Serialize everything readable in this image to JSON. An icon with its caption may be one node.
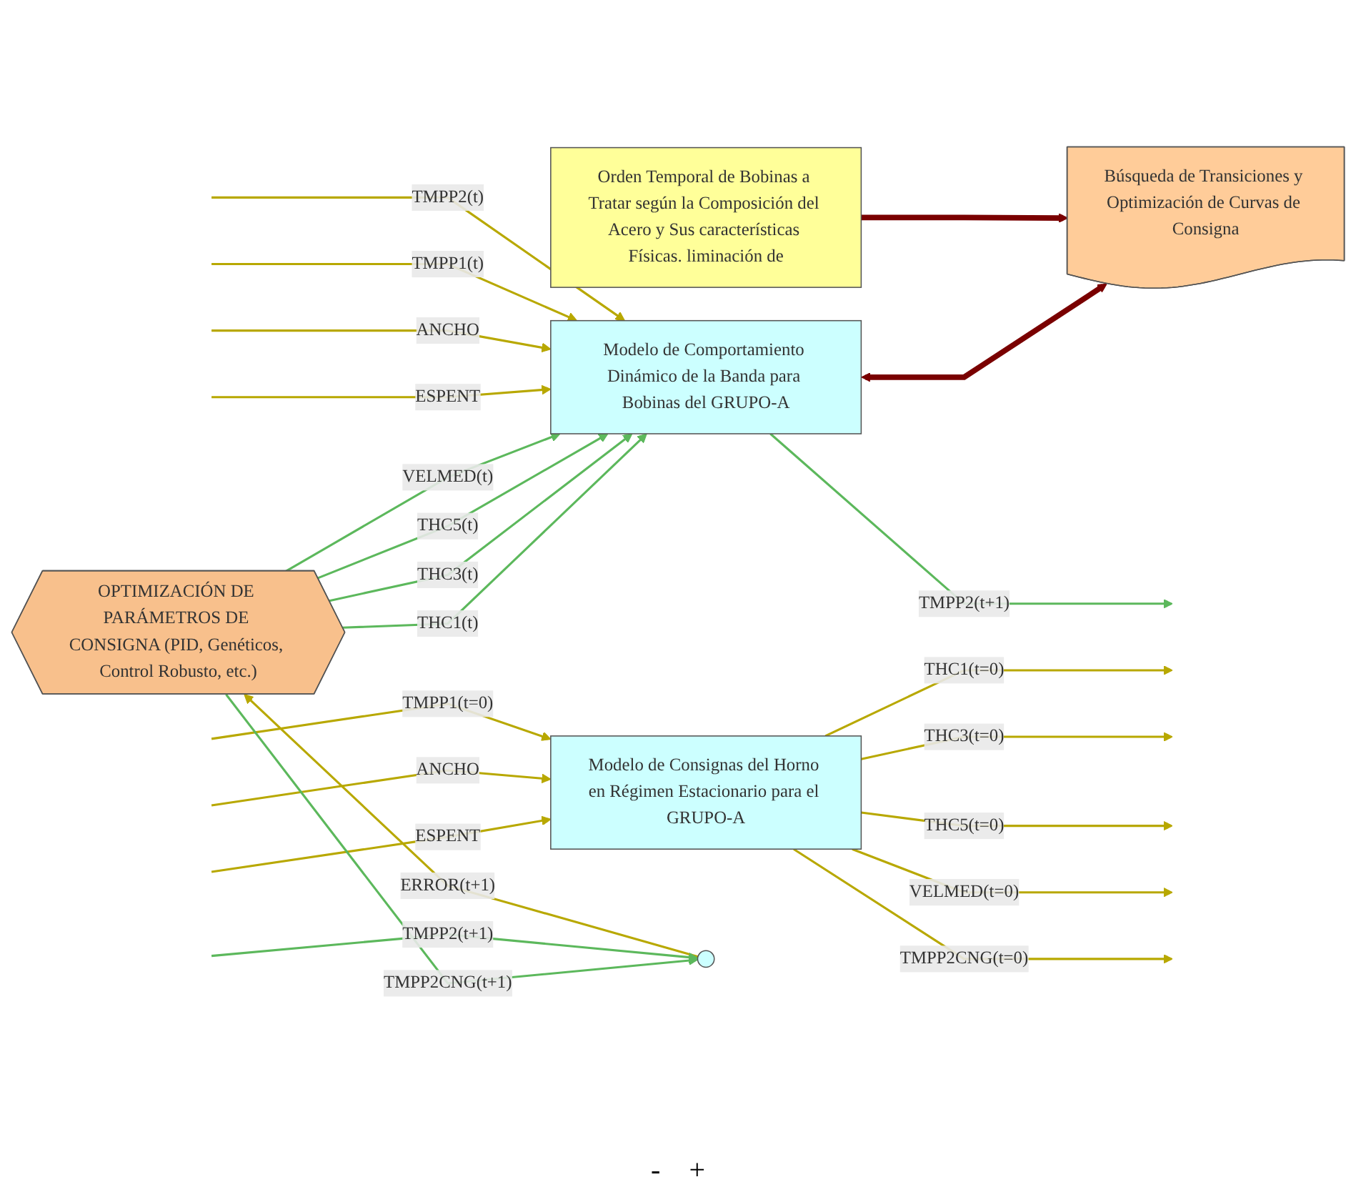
{
  "diagram": {
    "nodes": [
      {
        "text": [
          "Modelo de Consignas del Horno en Régimen Estacionario para el GRUPO-A"
        ]
      },
      {
        "text": [
          "OPTIMIZACIÓN DE PARÁMETROS DE CONSIGNA (PID, Genéticos, Control Robusto, etc.)"
        ]
      },
      {
        "text": [],
        "shape": "circle"
      },
      {
        "text": [
          "Modelo de Comportamiento Dinámico de la Banda para Bobinas del GRUPO-A"
        ]
      },
      {
        "text": [
          "Orden Temporal de Bobinas a Tratar según la Composición del Acero y Sus características Físicas. liminación de"
        ]
      },
      {
        "text": [
          "Búsqueda de Transiciones y Optimización de Curvas de Consigna"
        ]
      }
    ],
    "edges": [
      {
        "from": null,
        "to": 0,
        "arrow": "to",
        "label": "ESPENT"
      },
      {
        "from": null,
        "to": 0,
        "arrow": "to",
        "label": "ANCHO"
      },
      {
        "from": null,
        "to": 0,
        "arrow": "to",
        "label": "TMPP1(t=0)"
      },
      {
        "from": 0,
        "to": null,
        "arrow": "to",
        "label": "THC1(t=0)"
      },
      {
        "from": 0,
        "to": null,
        "arrow": "to",
        "label": "THC3(t=0)"
      },
      {
        "from": 0,
        "to": null,
        "arrow": "to",
        "label": "THC5(t=0)"
      },
      {
        "from": 0,
        "to": null,
        "arrow": "to",
        "label": "VELMED(t=0)"
      },
      {
        "from": 0,
        "to": null,
        "arrow": "to",
        "label": "TMPP2CNG(t=0)"
      },
      {
        "from": 2,
        "to": 1,
        "arrow": "to",
        "label": "ERROR(t+1)"
      },
      {
        "from": 1,
        "to": 2,
        "arrow": "to",
        "label": "TMPP2CNG(t+1)",
        "color": "#5cb85c"
      },
      {
        "from": 1,
        "to": 3,
        "arrow": "to",
        "label": "THC1(t)",
        "color": "#5cb85c"
      },
      {
        "from": 1,
        "to": 3,
        "arrow": "to",
        "label": "THC3(t)",
        "color": "#5cb85c"
      },
      {
        "from": 1,
        "to": 3,
        "arrow": "to",
        "label": "THC5(t)",
        "color": "#5cb85c"
      },
      {
        "from": 1,
        "to": 3,
        "arrow": "to",
        "label": "VELMED(t)",
        "color": "#5cb85c"
      },
      {
        "from": null,
        "to": 3,
        "arrow": "to",
        "label": "ESPENT"
      },
      {
        "from": null,
        "to": 3,
        "arrow": "to",
        "label": "ANCHO"
      },
      {
        "from": null,
        "to": 3,
        "arrow": "to",
        "label": "TMPP1(t)"
      },
      {
        "from": null,
        "to": 3,
        "arrow": "to",
        "label": "TMPP2(t)"
      },
      {
        "from": 3,
        "to": null,
        "arrow": "to",
        "label": "TMPP2(t+1)",
        "color": "#5cb85c"
      },
      {
        "from": null,
        "to": 2,
        "arrow": "to",
        "label": "TMPP2(t+1)",
        "color": "#5cb85c"
      },
      {
        "from": 3,
        "to": 5,
        "arrow": "both",
        "style": "thick",
        "color": "#7a0000"
      },
      {
        "from": 4,
        "to": 5,
        "arrow": "to",
        "style": "thick",
        "color": "#7a0000"
      }
    ],
    "labels": [
      "-",
      "+"
    ]
  }
}
